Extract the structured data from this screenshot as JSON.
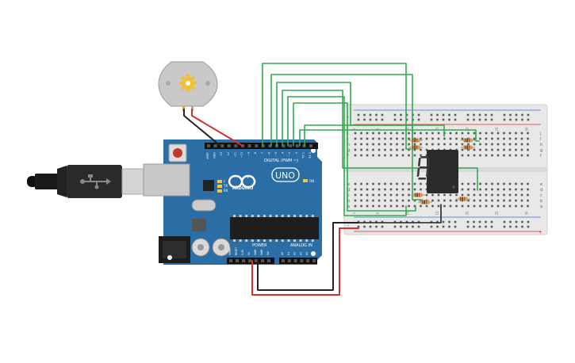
{
  "arduino": {
    "brand": "ARDUINO",
    "model": "UNO",
    "digital_label": "DIGITAL (PWM ~)",
    "power_label": "POWER",
    "analog_label": "ANALOG IN",
    "on_label": "ON",
    "l_label": "L",
    "tx_label": "TX",
    "rx_label": "RX",
    "digital_pins": [
      "AREF",
      "GND",
      "13",
      "12",
      "~11",
      "~10",
      "~9",
      "8",
      "7",
      "~6",
      "~5",
      "4",
      "~3",
      "2",
      "TX 1",
      "RX 0"
    ],
    "power_pins": [
      "IOREF",
      "RESET",
      "3.3V",
      "5V",
      "GND",
      "GND",
      "Vin"
    ],
    "analog_pins": [
      "A0",
      "A1",
      "A2",
      "A3",
      "A4",
      "A5"
    ]
  },
  "breadboard": {
    "row_letters_top": [
      "j",
      "i",
      "h",
      "g",
      "f"
    ],
    "row_letters_bottom": [
      "e",
      "d",
      "c",
      "b",
      "a"
    ],
    "column_numbers": [
      "1",
      "5",
      "10",
      "15",
      "20",
      "25",
      "30"
    ],
    "rail_plus": "+",
    "rail_minus": "-"
  },
  "display": {
    "digit": "8"
  },
  "colors": {
    "board": "#2a6ea5",
    "breadboard": "#e8e8e8",
    "wire_green": "#34a853",
    "wire_red": "#d32f2f",
    "wire_black": "#222222",
    "segment_off": "#3a3a3a",
    "motor_body": "#c9c9c9",
    "gear": "#f2c037"
  }
}
